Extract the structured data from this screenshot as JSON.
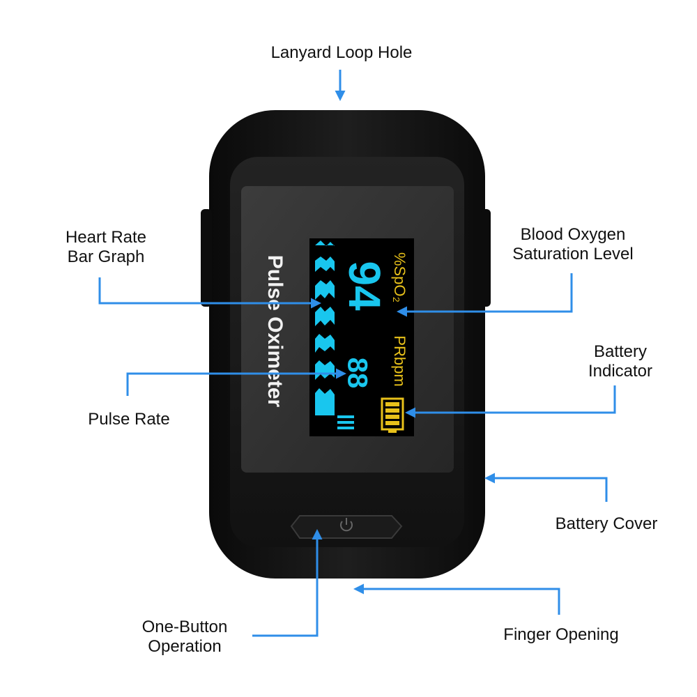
{
  "device": {
    "brand_text": "Pulse Oximeter",
    "display": {
      "spo2_label": "%SpO₂",
      "spo2_value": "94",
      "pr_label": "PRbpm",
      "pr_value": "88"
    }
  },
  "callouts": {
    "lanyard": [
      "Lanyard Loop Hole"
    ],
    "heart_rate_bar": [
      "Heart Rate",
      "Bar Graph"
    ],
    "blood_oxygen": [
      "Blood Oxygen",
      "Saturation Level"
    ],
    "battery_indicator": [
      "Battery",
      "Indicator"
    ],
    "pulse_rate": [
      "Pulse Rate"
    ],
    "battery_cover": [
      "Battery Cover"
    ],
    "one_button": [
      "One-Button",
      "Operation"
    ],
    "finger_opening": [
      "Finger Opening"
    ]
  },
  "colors": {
    "arrow": "#2f8ee8",
    "device_body": "#141414",
    "display_cyan": "#19c6ee",
    "display_yellow": "#e8c11a"
  },
  "icons": [
    "power-icon",
    "battery-level-icon"
  ]
}
